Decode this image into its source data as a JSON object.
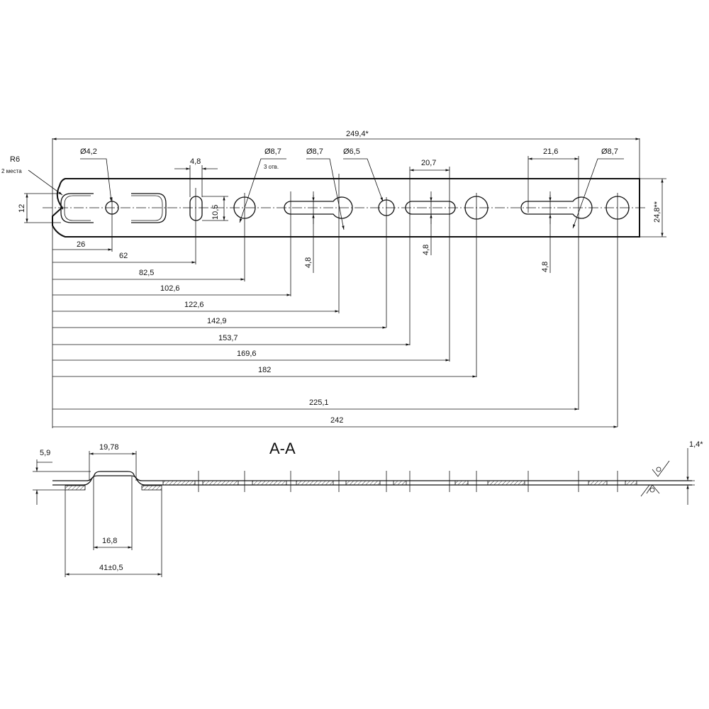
{
  "top_view": {
    "overall_length": "249,4*",
    "height_label": "24,8**",
    "radius_label": "R6",
    "radius_note": "2 места",
    "left_height_label": "12",
    "hole_42": "Ø4,2",
    "slot_width_48": "4,8",
    "slot_height_105": "10,5",
    "hole_87_a": "Ø8,7",
    "hole_87_a_note": "3 отв.",
    "hole_87_b": "Ø8,7",
    "hole_65": "Ø6,5",
    "slot_207": "20,7",
    "slot_216": "21,6",
    "hole_87_c": "Ø8,7",
    "vert_48_a": "4,8",
    "vert_48_b": "4,8",
    "vert_48_c": "4,8",
    "chain_dims": [
      "26",
      "62",
      "82,5",
      "102,6",
      "122,6",
      "142,9",
      "153,7",
      "169,6",
      "182",
      "225,1",
      "242"
    ]
  },
  "section": {
    "title": "A-A",
    "dim_59": "5,9",
    "dim_1978": "19,78",
    "dim_168": "16,8",
    "dim_41": "41±0,5",
    "dim_14": "1,4*"
  }
}
